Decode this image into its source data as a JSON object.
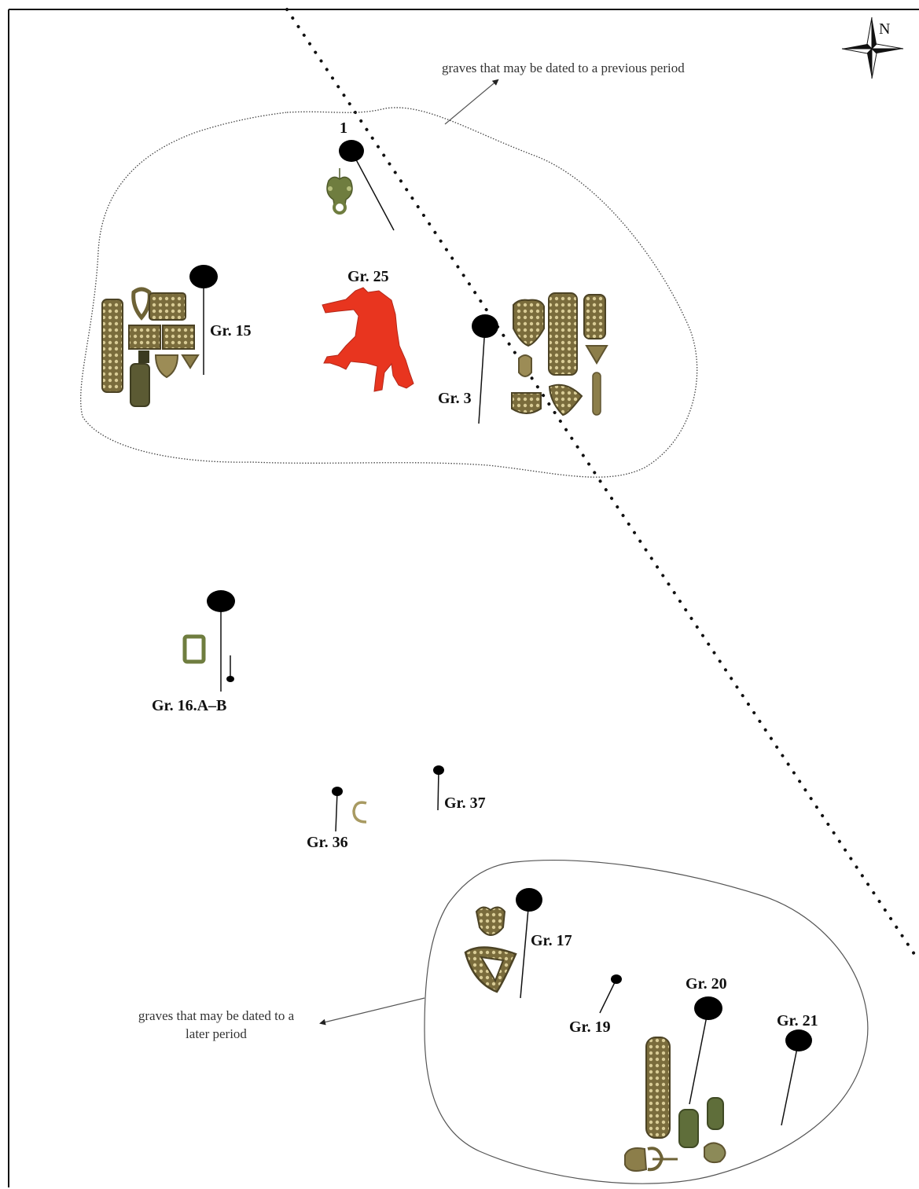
{
  "notes": {
    "previous_period": "graves that may be dated to a previous period",
    "later_period_line1": "graves that may be dated to a",
    "later_period_line2": "later period"
  },
  "compass": {
    "north": "N"
  },
  "graves": {
    "g1": "1",
    "g15": "Gr. 15",
    "g25": "Gr. 25",
    "g3": "Gr. 3",
    "g16": "Gr. 16.A–B",
    "g36": "Gr. 36",
    "g37": "Gr. 37",
    "g17": "Gr. 17",
    "g19": "Gr. 19",
    "g20": "Gr. 20",
    "g21": "Gr. 21"
  },
  "colors": {
    "horse": "#e8351f",
    "bronze": "#6d6236",
    "bronze_light": "#a89a62",
    "marker": "#000000",
    "outline": "#555555"
  },
  "icons": [
    "north-compass-icon",
    "horse-figure",
    "bronze-belt-fitting-icon",
    "pin-marker-icon"
  ]
}
